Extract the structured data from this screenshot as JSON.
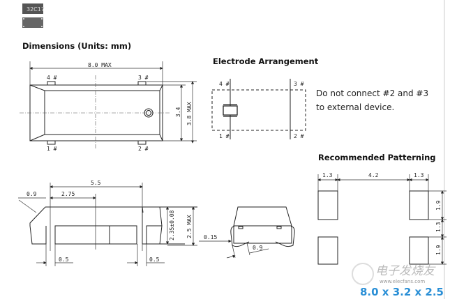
{
  "part_marking": "32C17",
  "dimensions": {
    "title": "Dimensions (Units: mm)",
    "length_max": "8.0 MAX",
    "width": "3.4",
    "width_max": "3.8 MAX",
    "pins": [
      "1 #",
      "2 #",
      "3 #",
      "4 #"
    ],
    "pitch": "5.5",
    "half_pitch": "2.75",
    "chamfer": "0.9",
    "lead_left": "0.5",
    "lead_right": "0.5",
    "height": "2.35±0.08",
    "height_max": "2.5 MAX",
    "lead_thickness": "0.15",
    "lead_length": "0.9"
  },
  "electrode": {
    "title": "Electrode Arrangement",
    "pins": [
      "4 #",
      "3 #",
      "1 #",
      "2 #"
    ],
    "note_line1": "Do not connect #2 and #3",
    "note_line2": "to external device."
  },
  "patterning": {
    "title": "Recommended Patterning",
    "pad_width_left": "1.3",
    "gap": "4.2",
    "pad_width_right": "1.3",
    "pad_height_top": "1.9",
    "pad_spacing": "1.3",
    "pad_height_bottom": "1.9"
  },
  "watermark": {
    "brand": "电子发烧友",
    "size_text": "8.0 x 3.2 x 2.5",
    "url": "www.elecfans.com",
    "accent_color": "#2a8fd6"
  }
}
